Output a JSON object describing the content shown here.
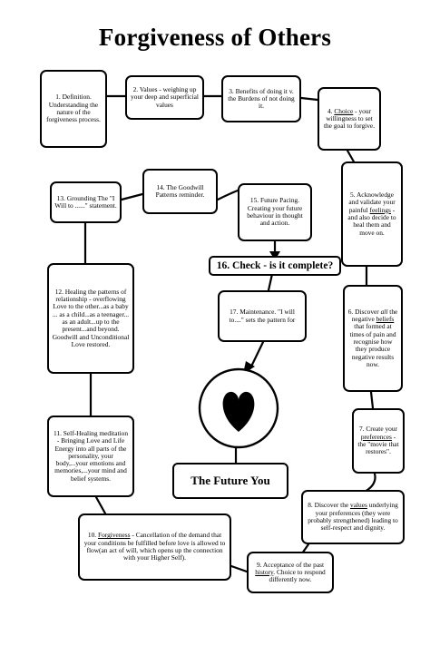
{
  "title": "Forgiveness of Others",
  "steps": {
    "s1": "1. Definition. Understanding the nature of the forgiveness process.",
    "s2": "2. Values - weighing up your deep and superficial values",
    "s3": "3. Benefits of doing it v. the Burdens of not doing it.",
    "s4_pre": "4. ",
    "s4_u": "Choice",
    "s4_post": " - your willingness to set the goal to forgive.",
    "s5_pre": "5. Acknowledge and validate your painful ",
    "s5_u": "feelings",
    "s5_post": " - and also decide to heal them and move on.",
    "s6_pre": "6. Discover ",
    "s6_i": "all",
    "s6_mid": " the negative ",
    "s6_u": "beliefs",
    "s6_post": " that formed at times of pain and recognise how they produce negative results now.",
    "s7_pre": "7. Create your ",
    "s7_u": "preferences",
    "s7_post": " - the \"movie that restores\".",
    "s8_pre": "8. Discover the ",
    "s8_u": "values",
    "s8_post": " underlying your preferences (they were probably strengthened) leading to self-respect and dignity.",
    "s9_pre": "9. Acceptance of the past ",
    "s9_u": "history",
    "s9_post": ". Choice to respond differently now.",
    "s10_pre": "10. ",
    "s10_u": "Forgiveness",
    "s10_post": " - Cancellation of the demand that your conditions be fulfilled before love is allowed to flow(an act of will, which opens up the connection with your Higher Self).",
    "s11": "11. Self-Healing meditation - Bringing Love and Life Energy into all parts of the personality, your body,...your emotions and memories,...your mind and belief systems.",
    "s12": "12. Healing the patterns of relationship - overflowing Love to the other...as a baby ... as a child...as a teenager... as an adult...up to the present...and beyond. Goodwill and Unconditional Love restored.",
    "s13": "13. Grounding The \"I Will to ......\" statement.",
    "s14": "14. The Goodwill Patterns reminder.",
    "s15": "15. Future Pacing. Creating your future behaviour in thought and action.",
    "s16": "16. Check - is it complete?",
    "s17": "17. Maintenance. \"I will to....\" sets the pattern for",
    "future": "The Future You"
  },
  "icons": {
    "center": "heart-icon"
  },
  "colors": {
    "ink": "#000000",
    "paper": "#ffffff"
  }
}
